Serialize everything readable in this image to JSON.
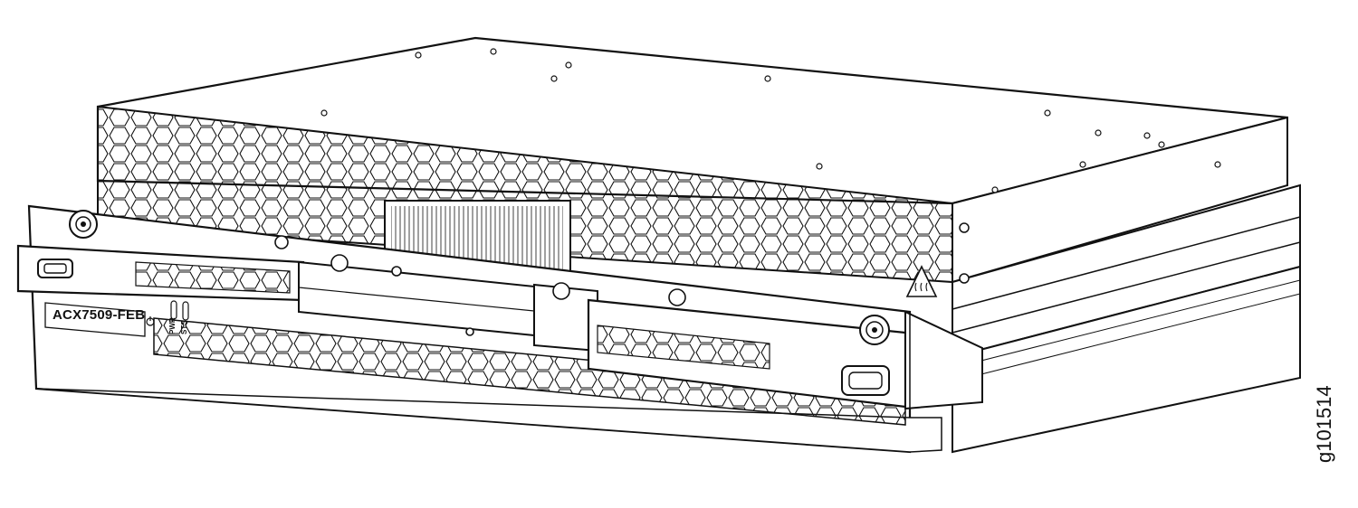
{
  "figure": {
    "model_label": "ACX7509-FEB",
    "led_labels": {
      "pwr": "PWR",
      "sts": "STS"
    },
    "figure_id": "g101514",
    "colors": {
      "line": "#111111",
      "fill": "#ffffff",
      "shade": "#e6e6e6"
    },
    "icons": [
      "power-icon",
      "hot-surface-warning-icon",
      "captive-screw-icon"
    ]
  }
}
